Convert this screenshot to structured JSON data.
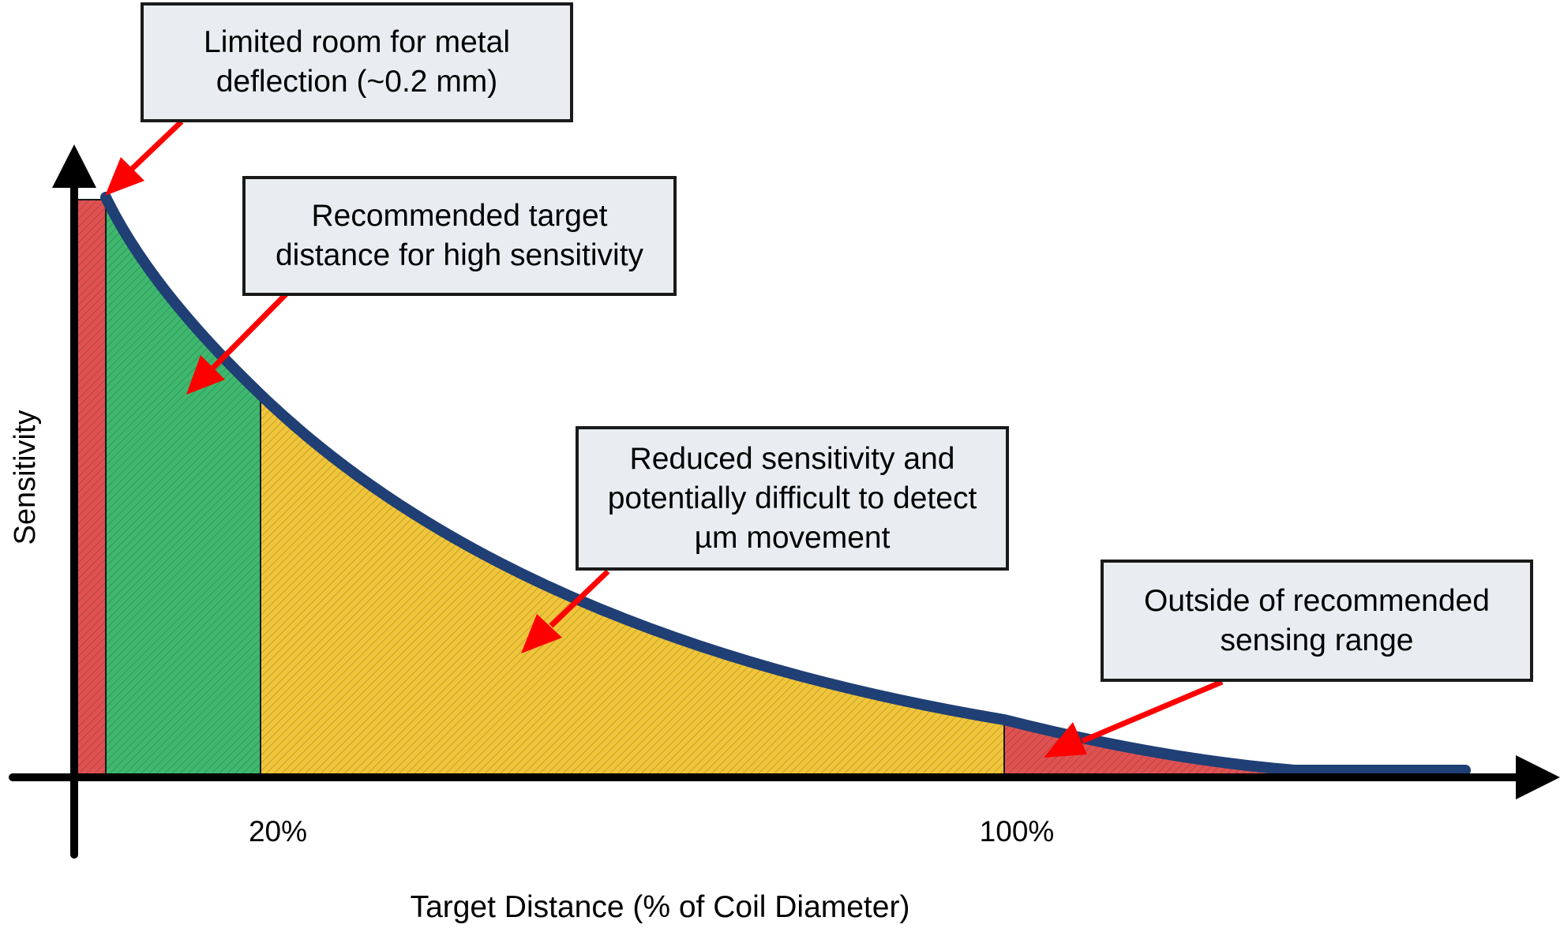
{
  "diagram": {
    "x_axis_label": "Target Distance (% of Coil Diameter)",
    "y_axis_label": "Sensitivity",
    "x_ticks": [
      "20%",
      "100%"
    ],
    "regions": [
      {
        "color": "#e05252"
      },
      {
        "color": "#3fb86f"
      },
      {
        "color": "#f0c53a"
      },
      {
        "color": "#e05252"
      }
    ],
    "curve_color": "#1f3f75",
    "arrow_color": "#ff0000",
    "box_fill": "#e9edf1",
    "callouts": [
      {
        "lines": [
          "Limited room for metal",
          "deflection (~0.2 mm)"
        ]
      },
      {
        "lines": [
          "Recommended target",
          "distance for high sensitivity"
        ]
      },
      {
        "lines": [
          "Reduced sensitivity and",
          "potentially difficult to detect",
          "µm movement"
        ]
      },
      {
        "lines": [
          "Outside of recommended",
          "sensing range"
        ]
      }
    ]
  }
}
